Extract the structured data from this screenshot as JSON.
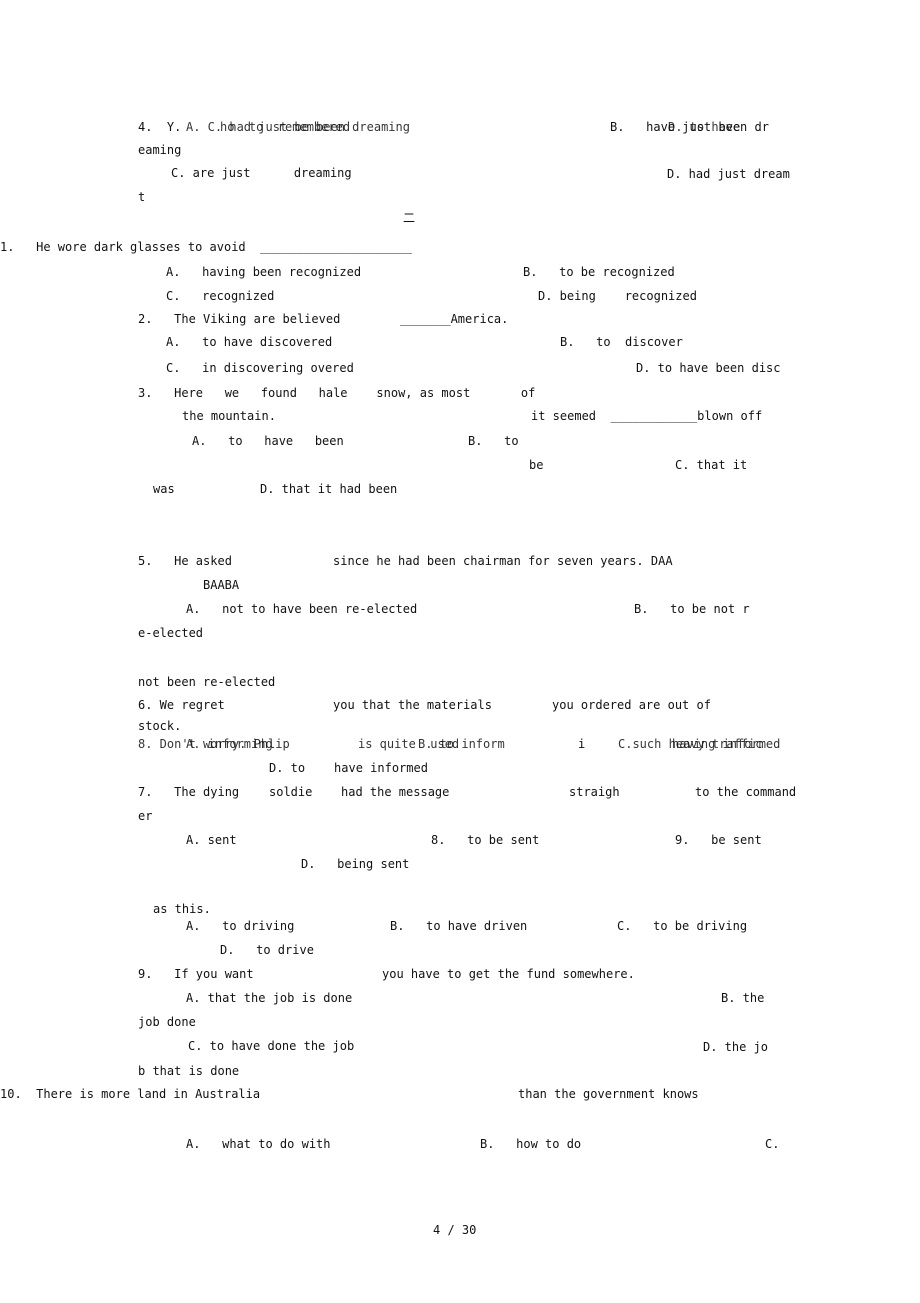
{
  "lines": [
    "4.  Y.",
    "A. C. had just be been dreaming",
    "ho  to  remembered",
    "B.   have just been dr",
    "D. to have",
    "eaming",
    "C. are just      dreaming",
    "D. had just dream",
    "t",
    "二",
    "1.   He wore dark glasses to avoid  _____________________",
    "A.   having been recognized",
    "B.   to be recognized",
    "C.   recognized",
    "D. being    recognized",
    "2.   The Viking are believed",
    "_______America.",
    "A.   to have discovered",
    "B.   to  discover",
    "C.   in discovering overed",
    "D. to have been disc",
    "3.   Here   we   found   hale    snow, as most       of",
    "the mountain.",
    "it seemed  ____________blown off",
    "A.   to   have   been",
    "B.   to",
    "be",
    "C. that it",
    "was",
    "D. that it had been",
    "5.   He asked",
    "since he had been chairman for seven years. DAA",
    "BAABA",
    "A.   not to have been re-elected",
    "B.   to be not r",
    "e-elected",
    "not been re-elected",
    "6. We regret",
    "you that the materials",
    "you ordered are out of",
    "stock.",
    "8. Don't worry. Phlip",
    "A. informing",
    "is quite  used",
    "B. to inform",
    "i",
    "C.such heavy traffic",
    "having informed",
    "D. to    have informed",
    "7.   The dying",
    "soldie",
    "had the message",
    "straigh",
    "to the command",
    "er",
    "A. sent",
    "8.   to be sent",
    "9.   be sent",
    "D.   being sent",
    "as this.",
    "A.   to driving",
    "B.   to have driven",
    "C.   to be driving",
    "D.   to drive",
    "9.   If you want",
    "you have to get the fund somewhere.",
    "A. that the job is done",
    "B. the",
    "job done",
    "C. to have done the job",
    "D. the jo",
    "b that is done",
    "10.  There is more land in Australia",
    "than the government knows",
    "A.   what to do with",
    "B.   how to do",
    "C.",
    "4 / 30"
  ]
}
